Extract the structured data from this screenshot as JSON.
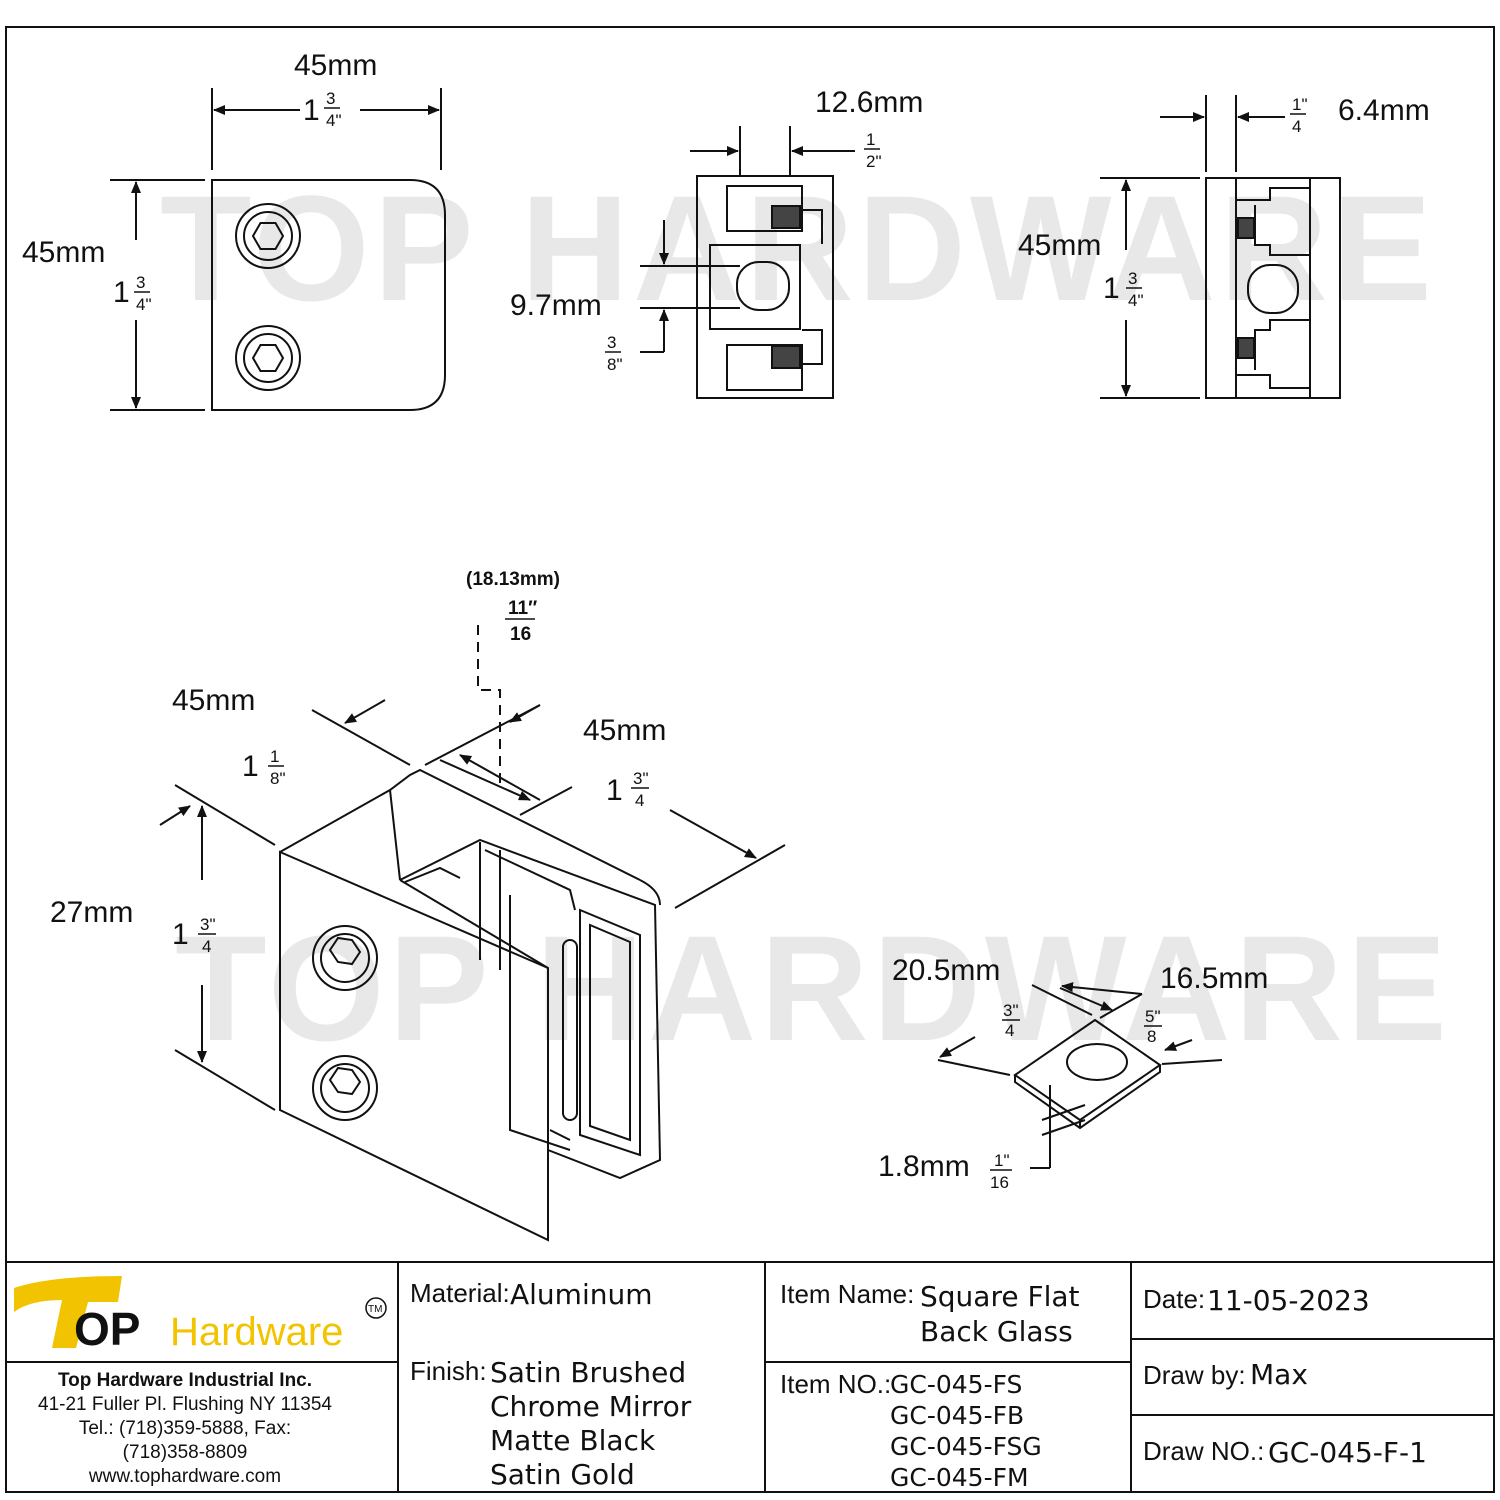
{
  "watermark": "TOP HARDWARE",
  "top_left_view": {
    "width_mm": "45mm",
    "width_whole": "1",
    "width_num": "3",
    "width_den": "4\"",
    "height_mm": "45mm",
    "height_whole": "1",
    "height_num": "3",
    "height_den": "4\""
  },
  "top_middle_view": {
    "slot_mm": "12.6mm",
    "slot_num": "1",
    "slot_den": "2\"",
    "hole_mm": "9.7mm",
    "hole_num": "3",
    "hole_den": "8\""
  },
  "top_right_view": {
    "depth_mm": "6.4mm",
    "depth_num": "1\"",
    "depth_den": "4",
    "height_mm": "45mm",
    "height_whole": "1",
    "height_num": "3",
    "height_den": "4\""
  },
  "iso_view": {
    "gap_mm": "(18.13mm)",
    "gap_num": "11″",
    "gap_den": "16",
    "depth_mm": "45mm",
    "depth_whole": "1",
    "depth_num": "1",
    "depth_den": "8\"",
    "width_mm": "45mm",
    "width_whole": "1",
    "width_num": "3\"",
    "width_den": "4",
    "height_mm": "27mm",
    "height_whole": "1",
    "height_num": "3\"",
    "height_den": "4"
  },
  "gasket_view": {
    "length_mm": "20.5mm",
    "length_num": "3\"",
    "length_den": "4",
    "width_mm": "16.5mm",
    "width_num": "5\"",
    "width_den": "8",
    "thick_mm": "1.8mm",
    "thick_num": "1\"",
    "thick_den": "16"
  },
  "title_block": {
    "logo_big": "OP",
    "logo_small": "Hardware",
    "logo_tm": "TM",
    "company_name": "Top Hardware Industrial Inc.",
    "address": "41-21 Fuller Pl. Flushing NY 11354",
    "tel": "Tel.: (718)359-5888,  Fax:",
    "fax": "(718)358-8809",
    "website": "www.tophardware.com",
    "material_label": "Material:",
    "material_value": "Aluminum",
    "finish_label": "Finish:",
    "finishes": [
      "Satin Brushed",
      "Chrome Mirror",
      "Matte Black",
      "Satin Gold"
    ],
    "item_name_label": "Item Name:",
    "item_name_line1": "Square Flat",
    "item_name_line2": "Back Glass",
    "item_no_label": "Item NO.:",
    "item_numbers": [
      "GC-045-FS",
      "GC-045-FB",
      "GC-045-FSG",
      "GC-045-FM"
    ],
    "date_label": "Date:",
    "date_value": "11-05-2023",
    "draw_by_label": "Draw by:",
    "draw_by_value": "Max",
    "draw_no_label": "Draw NO.:",
    "draw_no_value": "GC-045-F-1"
  },
  "colors": {
    "logo_gold": "#f2c300",
    "logo_black": "#111111",
    "line": "#111111"
  }
}
